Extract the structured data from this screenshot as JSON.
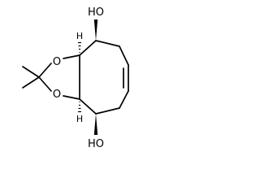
{
  "molecule": {
    "oh_top_label": "HO",
    "oh_bottom_label": "HO",
    "ring_o_upper_label": "O",
    "ring_o_lower_label": "O",
    "h_upper_label": "H",
    "h_lower_label": "H"
  },
  "colors": {
    "bond": "#000000",
    "background": "#ffffff"
  }
}
